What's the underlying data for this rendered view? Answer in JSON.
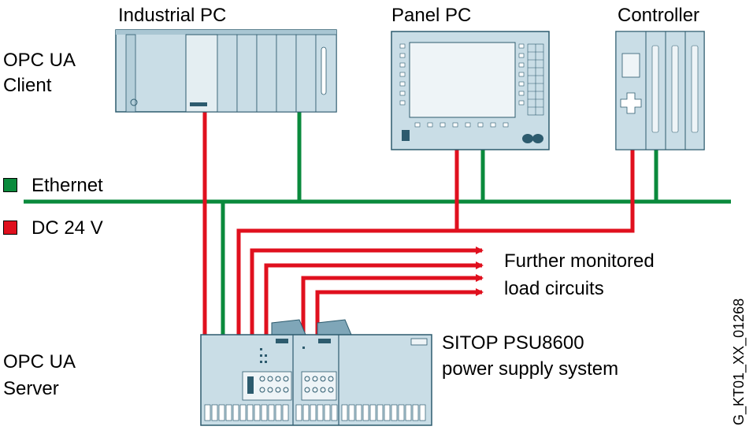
{
  "labels": {
    "industrial_pc": "Industrial PC",
    "panel_pc": "Panel PC",
    "controller": "Controller",
    "opc_client_1": "OPC UA",
    "opc_client_2": "Client",
    "opc_server_1": "OPC UA",
    "opc_server_2": "Server",
    "further_1": "Further monitored",
    "further_2": "load circuits",
    "sitop_1": "SITOP PSU8600",
    "sitop_2": "power supply system",
    "figure_id": "G_KT01_XX_01268"
  },
  "legend": [
    {
      "label": "Ethernet",
      "color": "#0a8a3c"
    },
    {
      "label": "DC 24 V",
      "color": "#e0101e"
    }
  ],
  "colors": {
    "ethernet": "#0a8a3c",
    "dc24v": "#e0101e",
    "device_fill": "#c9dde6",
    "device_dark": "#7fa6b8",
    "device_stroke": "#2d5b6e"
  }
}
